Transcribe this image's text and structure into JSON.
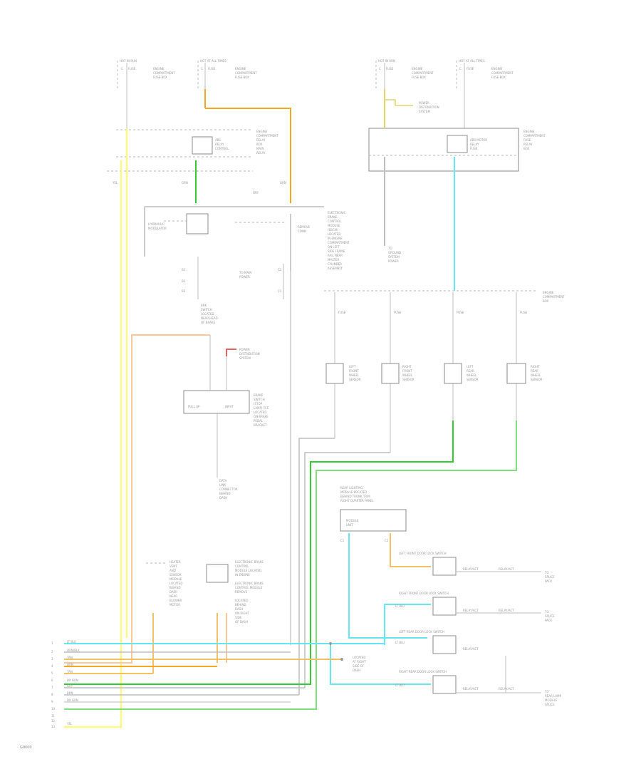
{
  "diagram": {
    "footer_code": "G0000",
    "colors": {
      "yellow": "#ffff66",
      "orange": "#f5a623",
      "light_orange": "#fbc89a",
      "green": "#33cc33",
      "light_green": "#7de07d",
      "cyan": "#66e6f0",
      "red": "#e03030",
      "gray_wire": "#bdbdbd"
    },
    "connector_pins": [
      "1",
      "2",
      "3",
      "4",
      "5",
      "6",
      "7",
      "8",
      "9",
      "10",
      "11",
      "12",
      "13"
    ]
  }
}
